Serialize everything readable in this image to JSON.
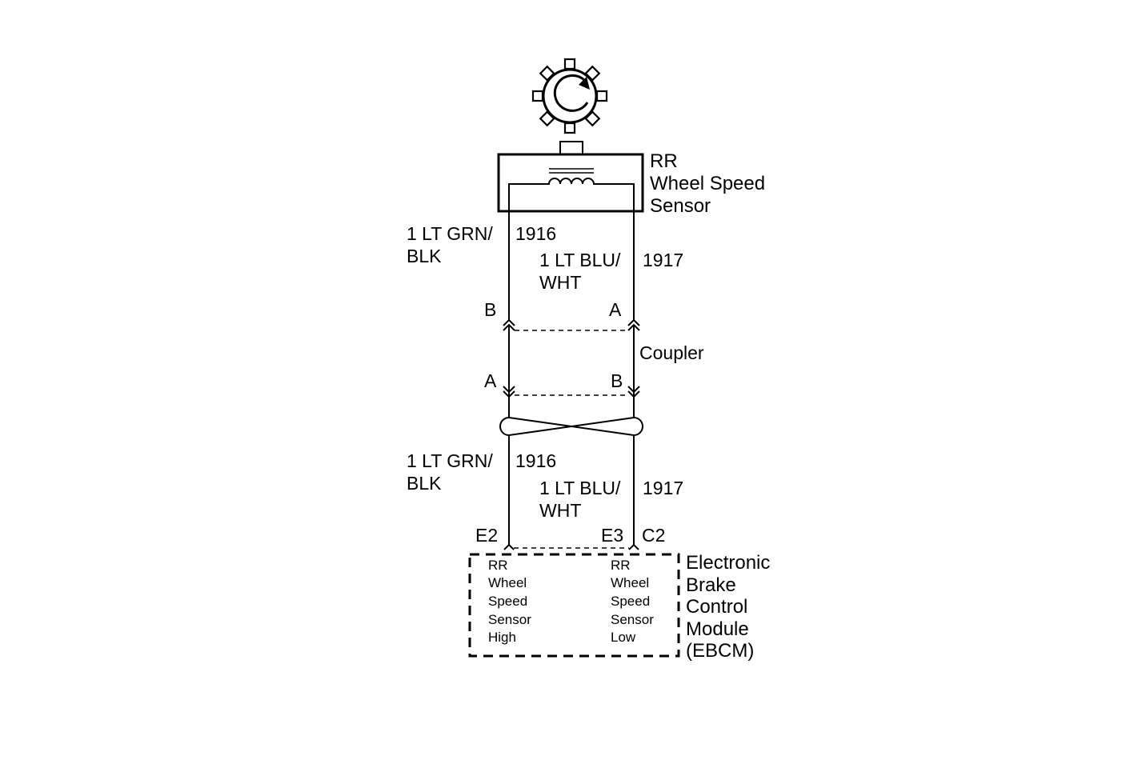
{
  "sensor": {
    "name_lines": [
      "RR",
      "Wheel Speed",
      "Sensor"
    ]
  },
  "upper_wires": {
    "left": {
      "gauge_color_lines": [
        "1 LT GRN/",
        "BLK"
      ],
      "circuit": "1916"
    },
    "right": {
      "gauge_color_lines": [
        "1 LT BLU/",
        "WHT"
      ],
      "circuit": "1917"
    }
  },
  "coupler": {
    "label": "Coupler",
    "top_pins": {
      "left": "B",
      "right": "A"
    },
    "bottom_pins": {
      "left": "A",
      "right": "B"
    }
  },
  "lower_wires": {
    "left": {
      "gauge_color_lines": [
        "1 LT GRN/",
        "BLK"
      ],
      "circuit": "1916"
    },
    "right": {
      "gauge_color_lines": [
        "1 LT BLU/",
        "WHT"
      ],
      "circuit": "1917"
    }
  },
  "module_pins": {
    "left": "E2",
    "right_connector": "E3",
    "right": "C2"
  },
  "module": {
    "name_lines": [
      "Electronic",
      "Brake",
      "Control",
      "Module",
      "(EBCM)"
    ],
    "left_circuit_lines": [
      "RR",
      "Wheel",
      "Speed",
      "Sensor",
      "High"
    ],
    "right_circuit_lines": [
      "RR",
      "Wheel",
      "Speed",
      "Sensor",
      "Low"
    ]
  }
}
